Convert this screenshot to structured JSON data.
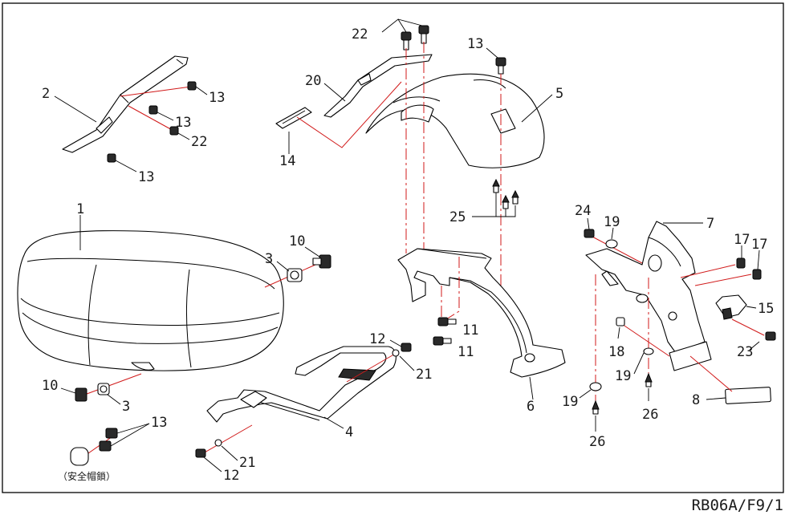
{
  "diagram": {
    "drawing_code": "RB06A/F9/1",
    "helmet_lock_caption": "（安全帽鎖）",
    "callouts": {
      "c1": "1",
      "c2": "2",
      "c3a": "3",
      "c3b": "3",
      "c4": "4",
      "c5": "5",
      "c6": "6",
      "c7": "7",
      "c8": "8",
      "c10a": "10",
      "c10b": "10",
      "c11a": "11",
      "c11b": "11",
      "c12a": "12",
      "c12b": "12",
      "c13a": "13",
      "c13b": "13",
      "c13c": "13",
      "c13d": "13",
      "c13e": "13",
      "c14": "14",
      "c15": "15",
      "c17a": "17",
      "c17b": "17",
      "c18": "18",
      "c19a": "19",
      "c19b": "19",
      "c19c": "19",
      "c20": "20",
      "c21a": "21",
      "c21b": "21",
      "c22a": "22",
      "c22b": "22",
      "c23": "23",
      "c24": "24",
      "c25": "25",
      "c26a": "26",
      "c26b": "26"
    }
  }
}
